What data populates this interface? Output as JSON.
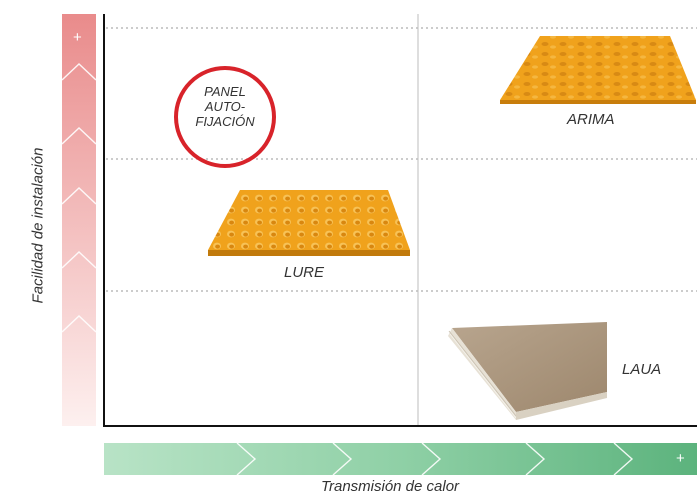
{
  "axes": {
    "y_label": "Facilidad de instalación",
    "x_label": "Transmisión de calor",
    "plus_symbol": "+"
  },
  "products": [
    {
      "name": "PANEL AUTO-FIJACIÓN",
      "lines": [
        "PANEL",
        "AUTO-",
        "FIJACIÓN"
      ],
      "highlight_color": "#d8232a"
    },
    {
      "name": "ARIMA"
    },
    {
      "name": "LURE"
    },
    {
      "name": "LAUA"
    }
  ],
  "colors": {
    "y_gradient": [
      "#e98b8b",
      "#fdeeee"
    ],
    "x_gradient": [
      "#b5e2c4",
      "#5fb680"
    ],
    "panel_orange": "#f0a21c",
    "highlight": "#d8232a"
  }
}
